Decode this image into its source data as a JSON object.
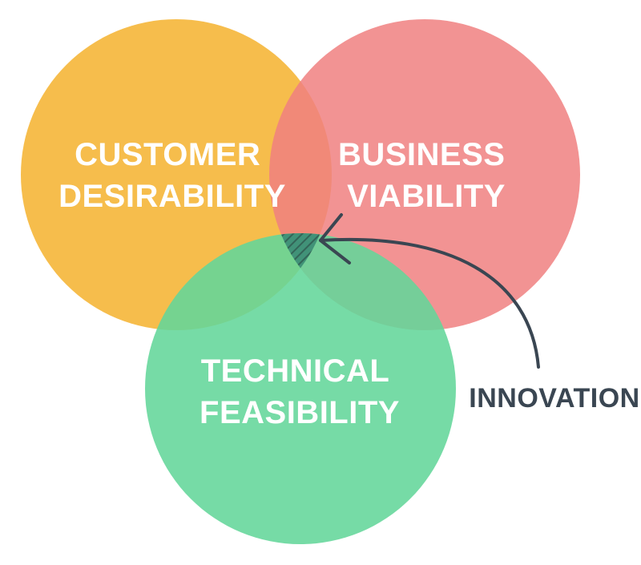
{
  "circles": {
    "customer": {
      "line1": "CUSTOMER",
      "line2": "DESIRABILITY",
      "color": "#F5B942"
    },
    "business": {
      "line1": "BUSINESS",
      "line2": "VIABILITY",
      "color": "#F08080"
    },
    "technical": {
      "line1": "TECHNICAL",
      "line2": "FEASIBILITY",
      "color": "#63D69A"
    }
  },
  "callout": {
    "label": "INNOVATION",
    "color": "#3A4652"
  }
}
